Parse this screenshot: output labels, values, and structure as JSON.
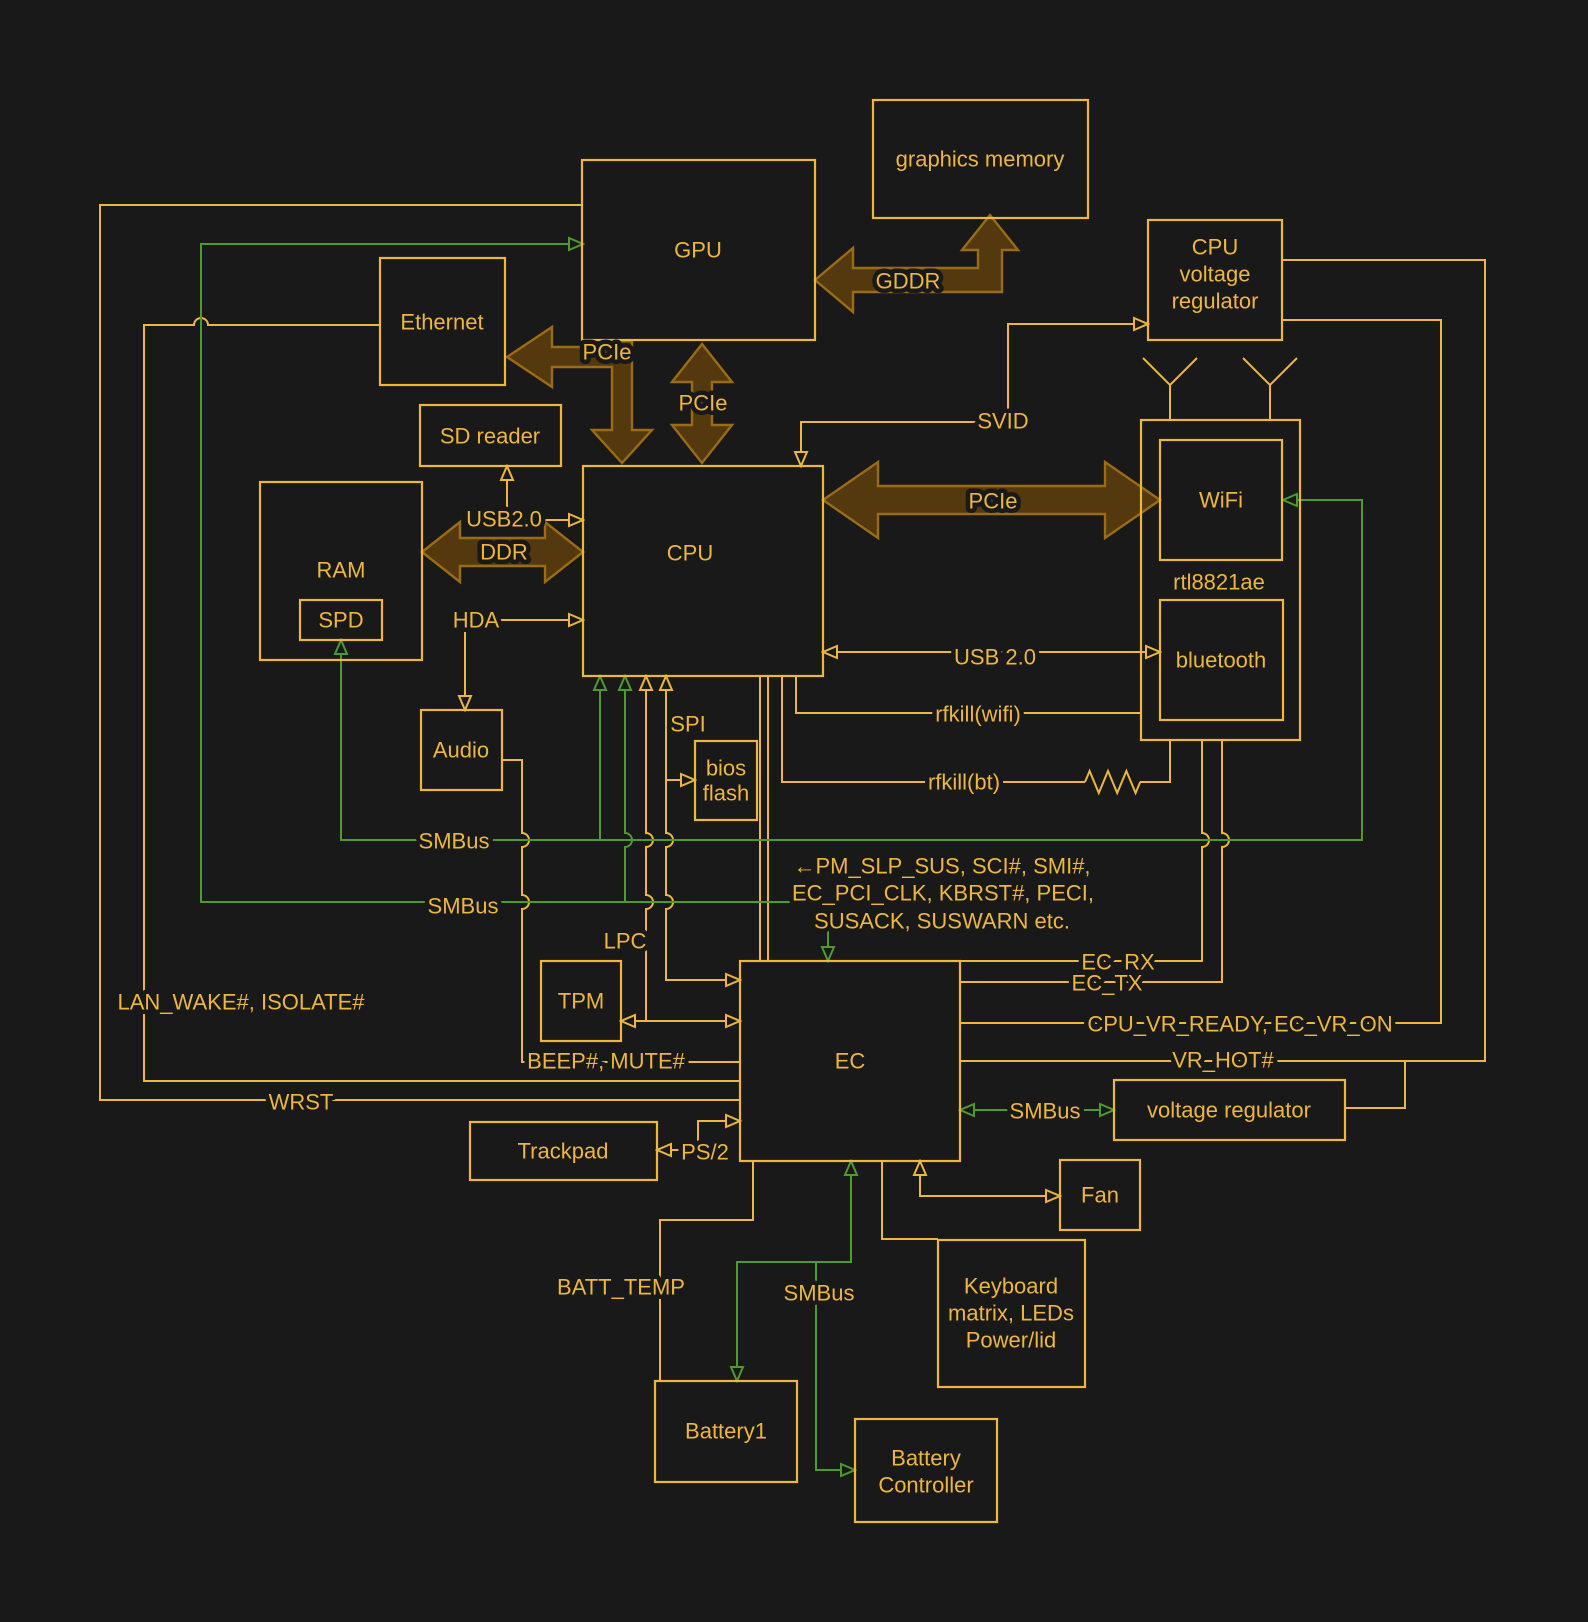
{
  "colors": {
    "background": "#191919",
    "wire": "#edb73d",
    "green": "#4f9a2d",
    "bus_fill": "#54390f",
    "bus_stroke": "#9b6c16"
  },
  "boxes": {
    "graphics_memory": {
      "label": "graphics memory"
    },
    "gpu": {
      "label": "GPU"
    },
    "ethernet": {
      "label": "Ethernet"
    },
    "cpu_voltage_regulator": {
      "lines": [
        "CPU",
        "voltage",
        "regulator"
      ]
    },
    "sd_reader": {
      "label": "SD reader"
    },
    "ram": {
      "label": "RAM"
    },
    "spd": {
      "label": "SPD"
    },
    "cpu": {
      "label": "CPU"
    },
    "wifi": {
      "label": "WiFi"
    },
    "rtl8821ae": {
      "label": "rtl8821ae"
    },
    "bluetooth": {
      "label": "bluetooth"
    },
    "audio": {
      "label": "Audio"
    },
    "bios_flash": {
      "lines": [
        "bios",
        "flash"
      ]
    },
    "tpm": {
      "label": "TPM"
    },
    "ec": {
      "label": "EC"
    },
    "voltage_regulator": {
      "label": "voltage regulator"
    },
    "trackpad": {
      "label": "Trackpad"
    },
    "fan": {
      "label": "Fan"
    },
    "keyboard": {
      "lines": [
        "Keyboard",
        "matrix, LEDs",
        "Power/lid"
      ]
    },
    "battery1": {
      "label": "Battery1"
    },
    "battery_controller": {
      "lines": [
        "Battery",
        "Controller"
      ]
    }
  },
  "signals": {
    "pcie_ethernet": "PCIe",
    "pcie_gpu_cpu": "PCIe",
    "pcie_cpu_wifi": "PCIe",
    "gddr": "GDDR",
    "svid": "SVID",
    "usb2_sd": "USB2.0",
    "ddr": "DDR",
    "hda": "HDA",
    "spi": "SPI",
    "usb2_bt": "USB 2.0",
    "rfkill_wifi": "rfkill(wifi)",
    "rfkill_bt": "rfkill(bt)",
    "smbus_ram": "SMBus",
    "smbus_gpu": "SMBus",
    "lpc": "LPC",
    "pm_line1": "←PM_SLP_SUS, SCI#, SMI#,",
    "pm_line2": "EC_PCI_CLK, KBRST#, PECI,",
    "pm_line3": "SUSACK, SUSWARN etc.",
    "ec_rx": "EC_RX",
    "ec_tx": "EC_TX",
    "cpu_vr_ready": "CPU_VR_READY, EC_VR_ON",
    "vr_hot": "VR_HOT#",
    "smbus_vr": "SMBus",
    "lan_wake": "LAN_WAKE#, ISOLATE#",
    "wrst": "WRST",
    "beep_mute": "BEEP#, MUTE#",
    "ps2": "PS/2",
    "batt_temp": "BATT_TEMP",
    "smbus_battery": "SMBus"
  }
}
